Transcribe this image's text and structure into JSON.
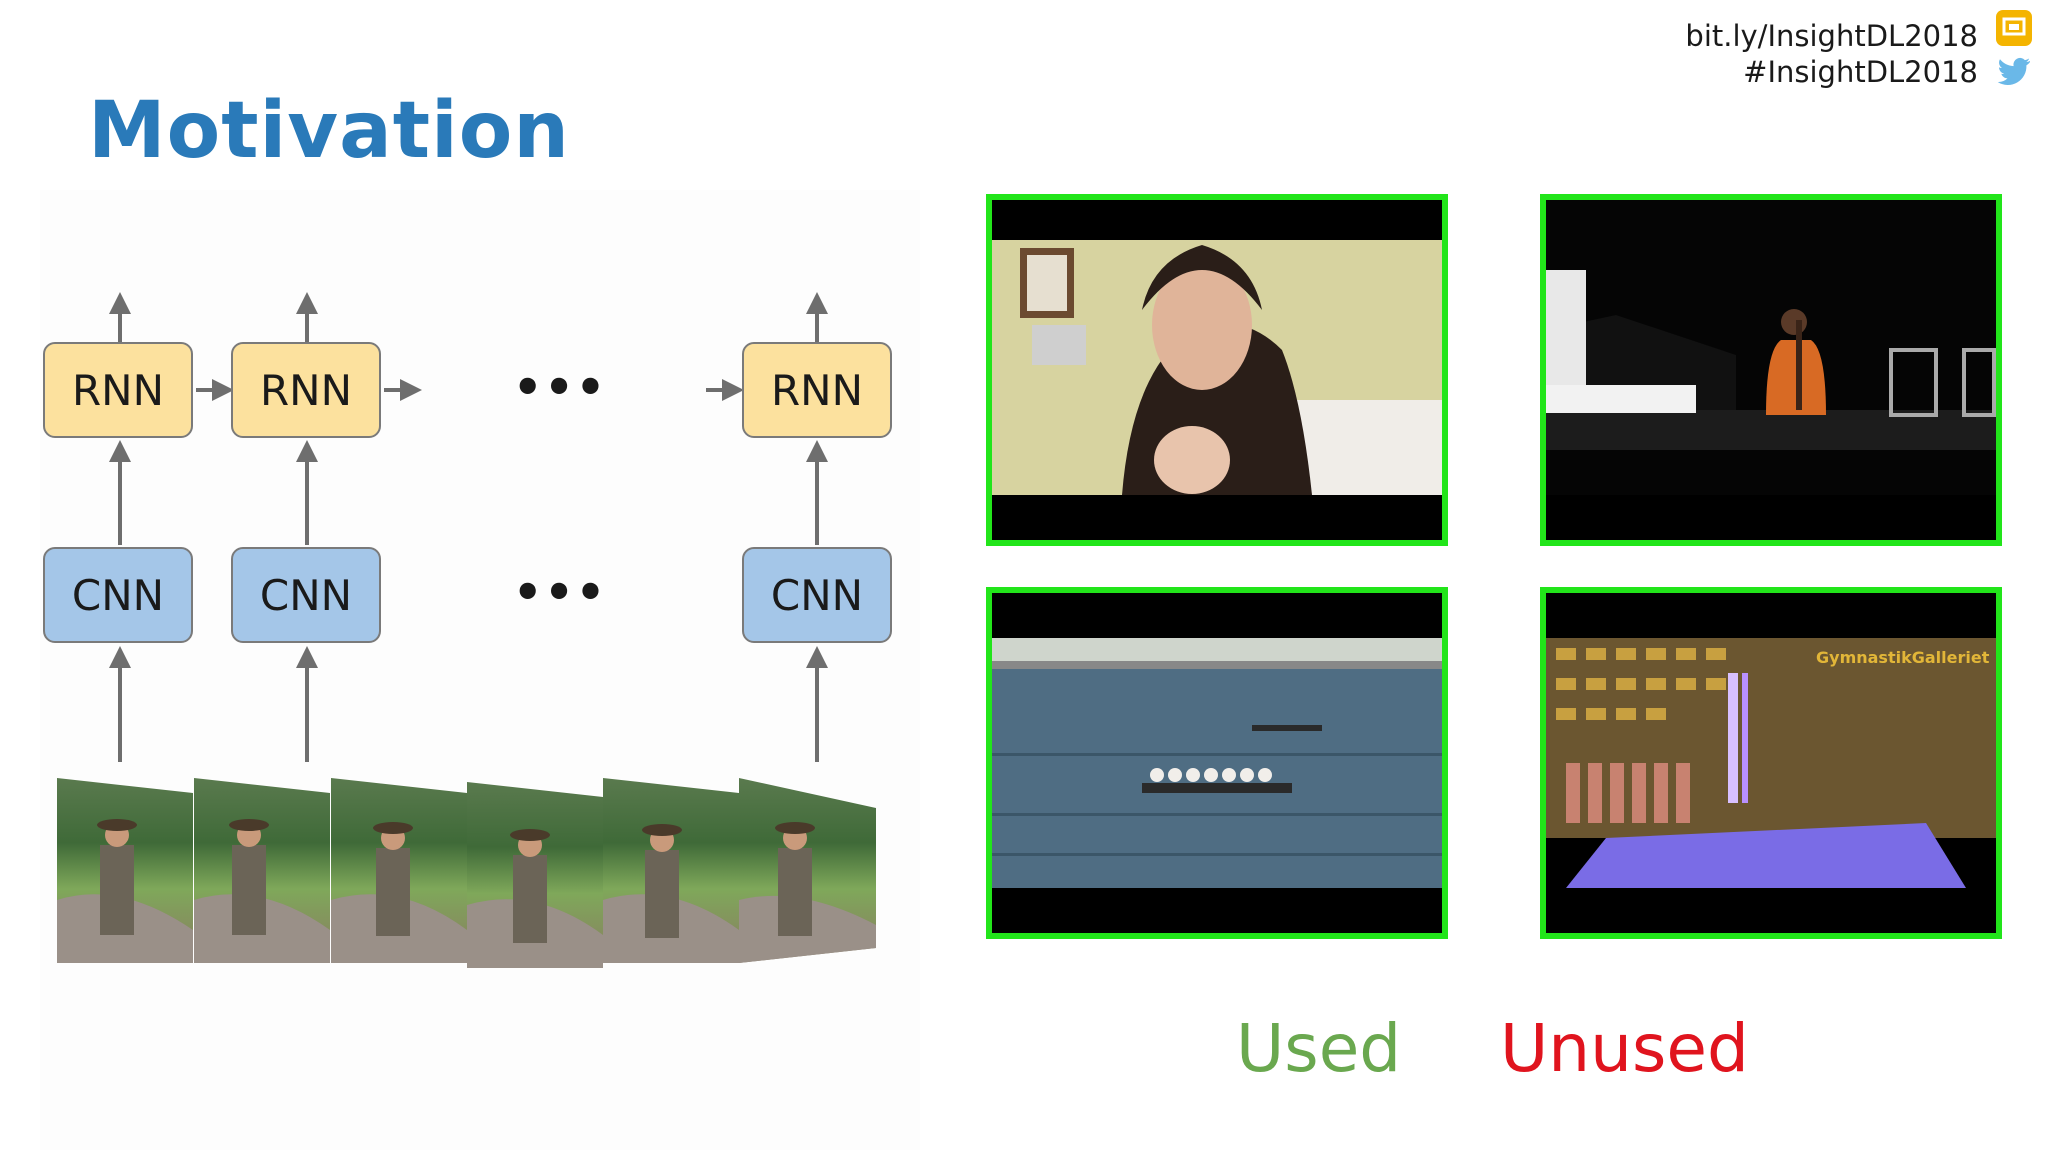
{
  "header": {
    "link": "bit.ly/InsightDL2018",
    "hashtag": "#InsightDL2018"
  },
  "slide": {
    "title": "Motivation"
  },
  "diagram": {
    "rnn_label": "RNN",
    "cnn_label": "CNN",
    "ellipsis": "•••"
  },
  "videos": {
    "gymnastics_overlay": "GymnastikGalleriet"
  },
  "legend": {
    "used": "Used",
    "unused": "Unused",
    "used_color": "#6aa84f",
    "unused_color": "#e0141e"
  },
  "colors": {
    "title": "#2a7ab9",
    "rnn_fill": "#fce19e",
    "cnn_fill": "#a4c6e8",
    "frame_border": "#22e51a"
  }
}
